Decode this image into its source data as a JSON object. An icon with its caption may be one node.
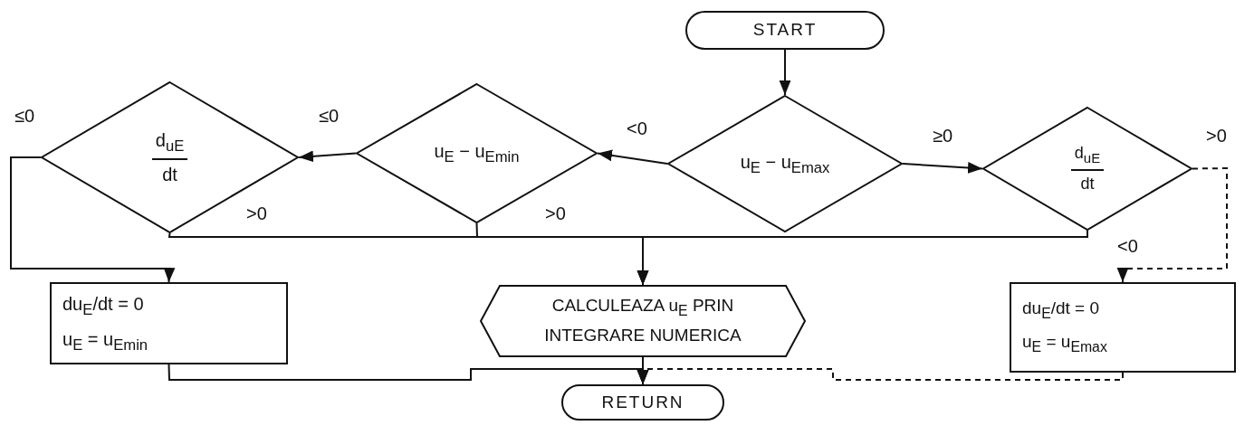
{
  "diagram": {
    "nodes": [
      {
        "text": [
          "START"
        ]
      },
      {
        "text": [
          "u$_{E}$ − u$_{Emax}$"
        ]
      },
      {
        "text": [
          "u$_{E}$ − u$_{Emin}$"
        ]
      },
      {
        "text": [
          "d$_{uE}$",
          "dt"
        ]
      },
      {
        "text": [
          "d$_{uE}$",
          "dt"
        ]
      },
      {
        "text": [
          "du$_{E}$/dt = 0",
          "u$_{E}$ = u$_{Emin}$"
        ]
      },
      {
        "text": [
          "CALCULEAZA u$_{E}$ PRIN INTEGRARE NUMERICA"
        ]
      },
      {
        "text": [
          "du$_{E}$/dt = 0",
          "u$_{E}$ = u$_{Emax}$"
        ]
      },
      {
        "text": [
          "RETURN"
        ]
      }
    ],
    "edges": [
      {
        "from": 0,
        "to": 1,
        "arrow": "to"
      },
      {
        "from": 1,
        "to": 2,
        "arrow": "to",
        "label": "<0"
      },
      {
        "from": 1,
        "to": 4,
        "arrow": "to",
        "label": "≥0"
      },
      {
        "from": 2,
        "to": 3,
        "arrow": "to",
        "label": "≤0"
      },
      {
        "from": 3,
        "to": 5,
        "arrow": "to",
        "label": "≤0"
      },
      {
        "from": 4,
        "to": 7,
        "arrow": "to",
        "label": ">0",
        "style": "dashed"
      },
      {
        "from": 2,
        "to": 6,
        "arrow": "to",
        "label": ">0"
      },
      {
        "from": 3,
        "to": 6,
        "arrow": "to",
        "label": ">0"
      },
      {
        "from": 4,
        "to": 6,
        "arrow": "to",
        "label": "<0"
      },
      {
        "from": 5,
        "to": 8,
        "arrow": "to"
      },
      {
        "from": 6,
        "to": 8,
        "arrow": "to"
      },
      {
        "from": 7,
        "to": 8,
        "arrow": "to",
        "style": "dashed"
      }
    ]
  }
}
